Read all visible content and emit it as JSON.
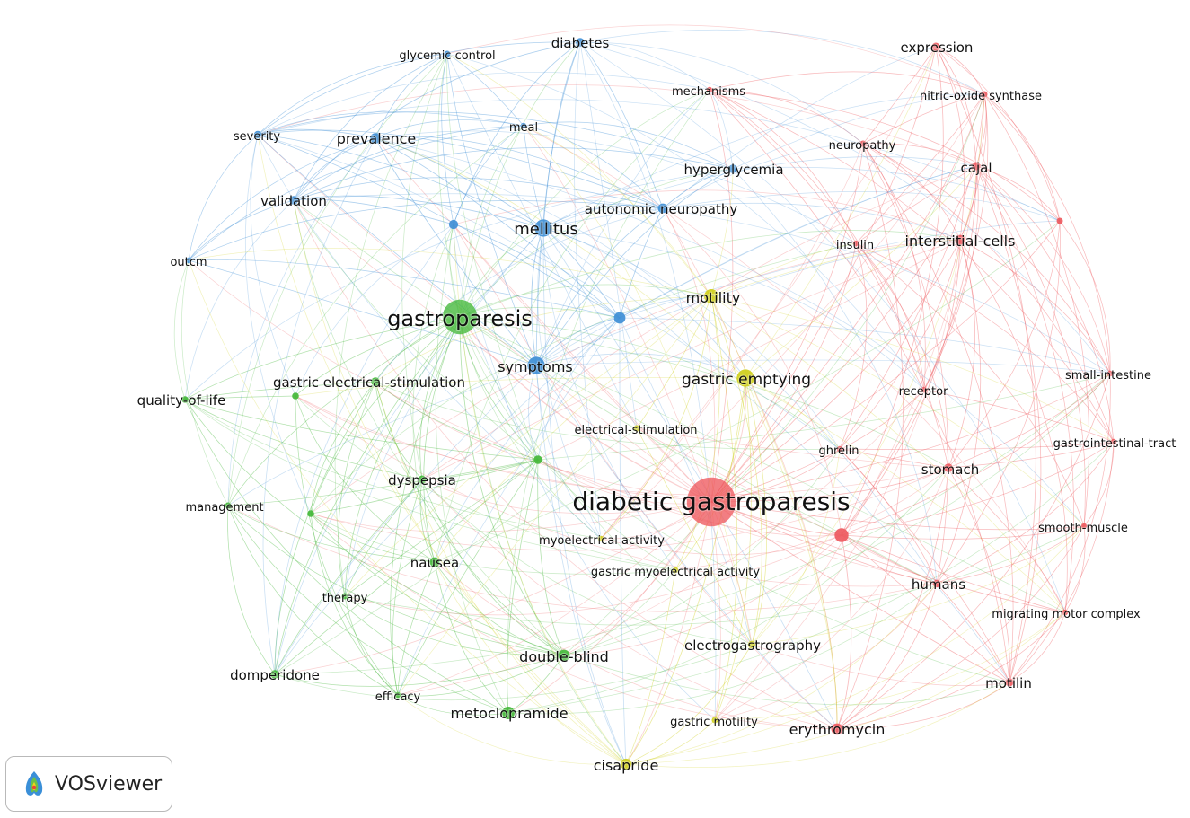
{
  "clusters": {
    "red": {
      "color": "#ee5a5f"
    },
    "green": {
      "color": "#44b83a"
    },
    "blue": {
      "color": "#3f8fd6"
    },
    "yellow": {
      "color": "#cfcf1a"
    }
  },
  "nodes": [
    {
      "id": "expression",
      "label": "expression",
      "cluster": "red",
      "weight": 1.4
    },
    {
      "id": "nitric-oxide-synthase",
      "label": "nitric-oxide synthase",
      "cluster": "red",
      "weight": 1.1
    },
    {
      "id": "mechanisms",
      "label": "mechanisms",
      "cluster": "red",
      "weight": 1.0
    },
    {
      "id": "neuropathy",
      "label": "neuropathy",
      "cluster": "red",
      "weight": 1.1
    },
    {
      "id": "cajal",
      "label": "cajal",
      "cluster": "red",
      "weight": 1.4
    },
    {
      "id": "insulin",
      "label": "insulin",
      "cluster": "red",
      "weight": 1.0
    },
    {
      "id": "interstitial-cells",
      "label": "interstitial-cells",
      "cluster": "red",
      "weight": 1.7
    },
    {
      "id": "red-unlabeled-1",
      "label": "",
      "cluster": "red",
      "weight": 1.1
    },
    {
      "id": "small-intestine",
      "label": "small-intestine",
      "cluster": "red",
      "weight": 1.0
    },
    {
      "id": "receptor",
      "label": "receptor",
      "cluster": "red",
      "weight": 1.0
    },
    {
      "id": "gastrointestinal-tract",
      "label": "gastrointestinal-tract",
      "cluster": "red",
      "weight": 1.0
    },
    {
      "id": "ghrelin",
      "label": "ghrelin",
      "cluster": "red",
      "weight": 1.0
    },
    {
      "id": "stomach",
      "label": "stomach",
      "cluster": "red",
      "weight": 1.5
    },
    {
      "id": "smooth-muscle",
      "label": "smooth-muscle",
      "cluster": "red",
      "weight": 1.0
    },
    {
      "id": "diabetic-gastroparesis",
      "label": "diabetic gastroparesis",
      "cluster": "red",
      "weight": 8.5
    },
    {
      "id": "red-unlabeled-2",
      "label": "",
      "cluster": "red",
      "weight": 2.4
    },
    {
      "id": "humans",
      "label": "humans",
      "cluster": "red",
      "weight": 1.3
    },
    {
      "id": "migrating-motor-complex",
      "label": "migrating motor complex",
      "cluster": "red",
      "weight": 1.0
    },
    {
      "id": "motilin",
      "label": "motilin",
      "cluster": "red",
      "weight": 1.4
    },
    {
      "id": "erythromycin",
      "label": "erythromycin",
      "cluster": "red",
      "weight": 2.0
    },
    {
      "id": "gastroparesis",
      "label": "gastroparesis",
      "cluster": "green",
      "weight": 6.0
    },
    {
      "id": "gastric-electrical-stimulation",
      "label": "gastric electrical-stimulation",
      "cluster": "green",
      "weight": 1.5
    },
    {
      "id": "quality-of-life",
      "label": "quality-of-life",
      "cluster": "green",
      "weight": 1.2
    },
    {
      "id": "green-unlabeled-1",
      "label": "",
      "cluster": "green",
      "weight": 1.2
    },
    {
      "id": "green-unlabeled-2",
      "label": "",
      "cluster": "green",
      "weight": 1.5
    },
    {
      "id": "dyspepsia",
      "label": "dyspepsia",
      "cluster": "green",
      "weight": 1.4
    },
    {
      "id": "management",
      "label": "management",
      "cluster": "green",
      "weight": 1.1
    },
    {
      "id": "green-unlabeled-3",
      "label": "",
      "cluster": "green",
      "weight": 1.2
    },
    {
      "id": "nausea",
      "label": "nausea",
      "cluster": "green",
      "weight": 1.7
    },
    {
      "id": "therapy",
      "label": "therapy",
      "cluster": "green",
      "weight": 1.1
    },
    {
      "id": "double-blind",
      "label": "double-blind",
      "cluster": "green",
      "weight": 2.0
    },
    {
      "id": "domperidone",
      "label": "domperidone",
      "cluster": "green",
      "weight": 1.5
    },
    {
      "id": "efficacy",
      "label": "efficacy",
      "cluster": "green",
      "weight": 1.0
    },
    {
      "id": "metoclopramide",
      "label": "metoclopramide",
      "cluster": "green",
      "weight": 2.2
    },
    {
      "id": "diabetes",
      "label": "diabetes",
      "cluster": "blue",
      "weight": 1.5
    },
    {
      "id": "glycemic-control",
      "label": "glycemic control",
      "cluster": "blue",
      "weight": 1.1
    },
    {
      "id": "severity",
      "label": "severity",
      "cluster": "blue",
      "weight": 1.3
    },
    {
      "id": "prevalence",
      "label": "prevalence",
      "cluster": "blue",
      "weight": 1.8
    },
    {
      "id": "meal",
      "label": "meal",
      "cluster": "blue",
      "weight": 1.0
    },
    {
      "id": "hyperglycemia",
      "label": "hyperglycemia",
      "cluster": "blue",
      "weight": 1.5
    },
    {
      "id": "validation",
      "label": "validation",
      "cluster": "blue",
      "weight": 1.5
    },
    {
      "id": "blue-unlabeled-1",
      "label": "",
      "cluster": "blue",
      "weight": 1.6
    },
    {
      "id": "mellitus",
      "label": "mellitus",
      "cluster": "blue",
      "weight": 3.0
    },
    {
      "id": "autonomic-neuropathy",
      "label": "autonomic neuropathy",
      "cluster": "blue",
      "weight": 1.7
    },
    {
      "id": "outcm",
      "label": "outcm",
      "cluster": "blue",
      "weight": 1.0
    },
    {
      "id": "blue-unlabeled-2",
      "label": "",
      "cluster": "blue",
      "weight": 2.0
    },
    {
      "id": "symptoms",
      "label": "symptoms",
      "cluster": "blue",
      "weight": 3.0
    },
    {
      "id": "motility",
      "label": "motility",
      "cluster": "yellow",
      "weight": 2.5
    },
    {
      "id": "gastric-emptying",
      "label": "gastric emptying",
      "cluster": "yellow",
      "weight": 3.0
    },
    {
      "id": "electrical-stimulation",
      "label": "electrical-stimulation",
      "cluster": "yellow",
      "weight": 1.1
    },
    {
      "id": "myoelectrical-activity",
      "label": "myoelectrical activity",
      "cluster": "yellow",
      "weight": 1.0
    },
    {
      "id": "gastric-myoelectrical-activity",
      "label": "gastric myoelectrical activity",
      "cluster": "yellow",
      "weight": 1.0
    },
    {
      "id": "electrogastrography",
      "label": "electrogastrography",
      "cluster": "yellow",
      "weight": 1.3
    },
    {
      "id": "gastric-motility",
      "label": "gastric motility",
      "cluster": "yellow",
      "weight": 1.1
    },
    {
      "id": "cisapride",
      "label": "cisapride",
      "cluster": "yellow",
      "weight": 1.9
    }
  ],
  "brand": {
    "name": "VOSviewer",
    "icon": "vosviewer-logo-icon"
  }
}
